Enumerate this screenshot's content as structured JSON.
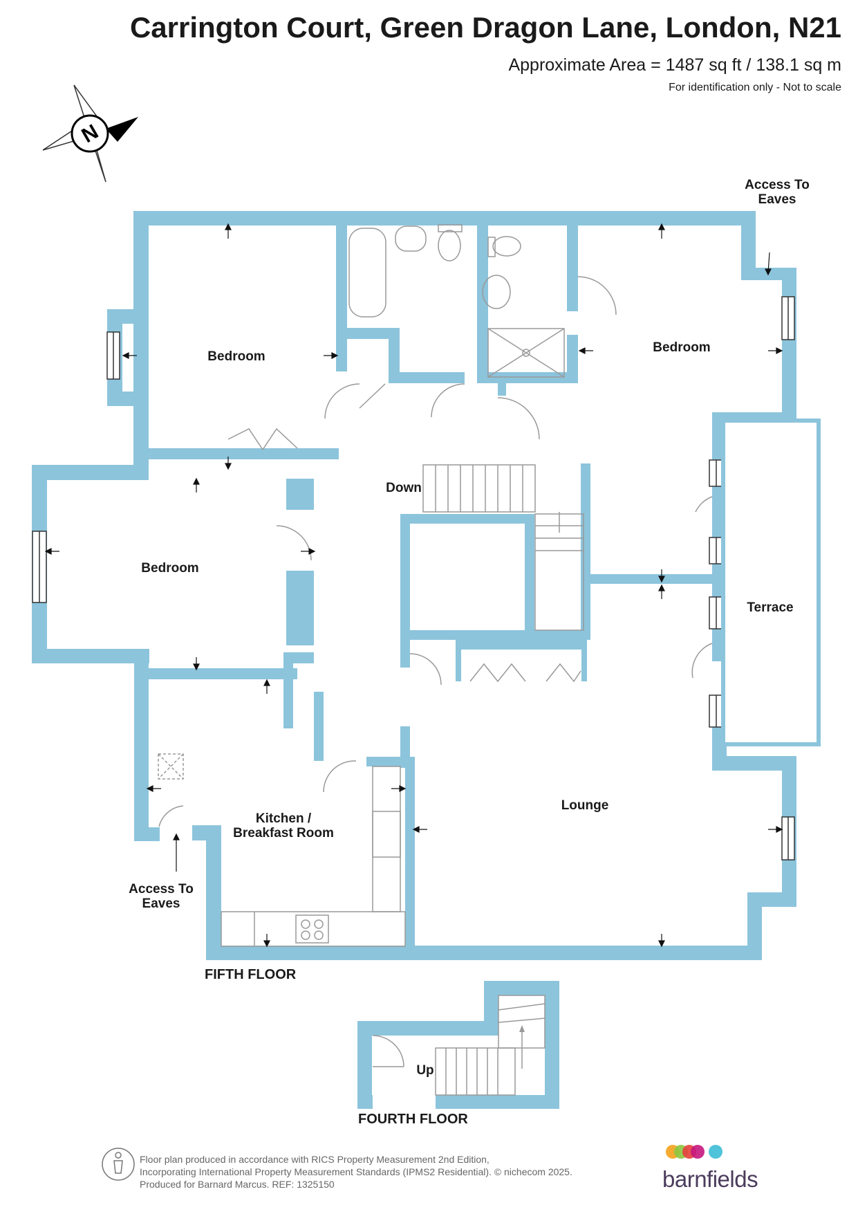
{
  "header": {
    "title": "Carrington Court, Green Dragon Lane, London, N21",
    "area": "Approximate Area = 1487 sq ft / 138.1 sq m",
    "note": "For identification only - Not to scale"
  },
  "compass": {
    "letter": "N",
    "icon": "compass-north-icon"
  },
  "rooms": {
    "bedroom_1": "Bedroom",
    "bedroom_2": "Bedroom",
    "bedroom_3": "Bedroom",
    "terrace": "Terrace",
    "lounge": "Lounge",
    "kitchen_line1": "Kitchen /",
    "kitchen_line2": "Breakfast Room",
    "down": "Down",
    "up": "Up",
    "eaves_top_line1": "Access To",
    "eaves_top_line2": "Eaves",
    "eaves_bottom_line1": "Access To",
    "eaves_bottom_line2": "Eaves"
  },
  "floors": {
    "fifth": "FIFTH FLOOR",
    "fourth": "FOURTH FLOOR"
  },
  "footer": {
    "line1": "Floor plan produced in accordance with RICS Property Measurement 2nd Edition,",
    "line2": "Incorporating International Property Measurement Standards (IPMS2 Residential).   © nichecom 2025.",
    "line3": "Produced for Barnard Marcus.    REF:  1325150"
  },
  "brand": {
    "name": "barnfields",
    "dot_colors": [
      "#f4a21c",
      "#8cc63f",
      "#e5403c",
      "#c5177e",
      "#4fc3d9"
    ]
  },
  "colors": {
    "wall": "#8cc4dc",
    "window": "#ffffff",
    "fixture_line": "#999999"
  }
}
